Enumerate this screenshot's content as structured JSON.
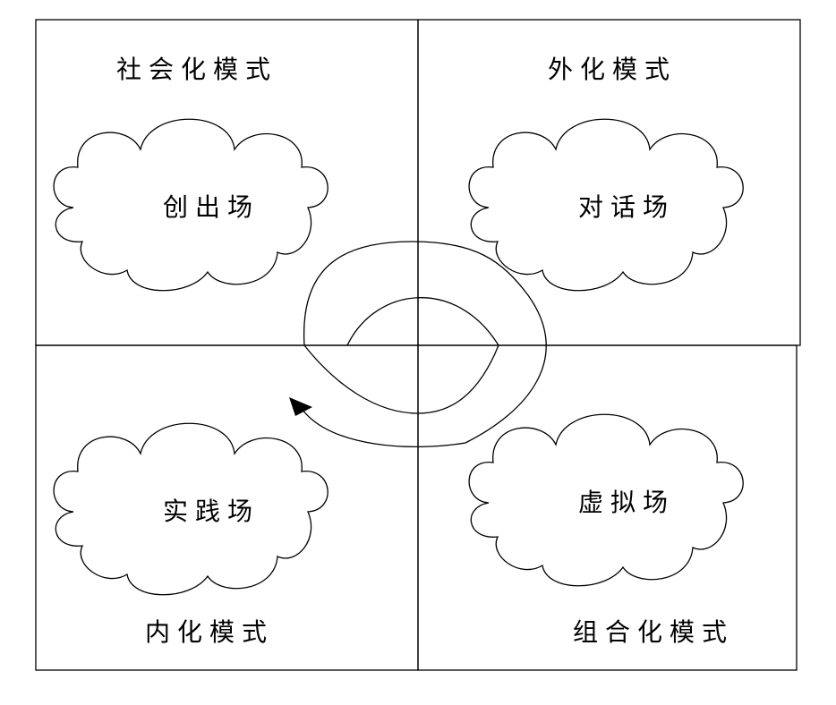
{
  "modes": {
    "socialization": "社会化模式",
    "externalization": "外化模式",
    "internalization": "内化模式",
    "combination": "组合化模式"
  },
  "fields": {
    "originating": "创出场",
    "dialoguing": "对话场",
    "exercising": "实践场",
    "systemizing": "虚拟场"
  },
  "colors": {
    "line": "#000000",
    "background": "#ffffff"
  }
}
